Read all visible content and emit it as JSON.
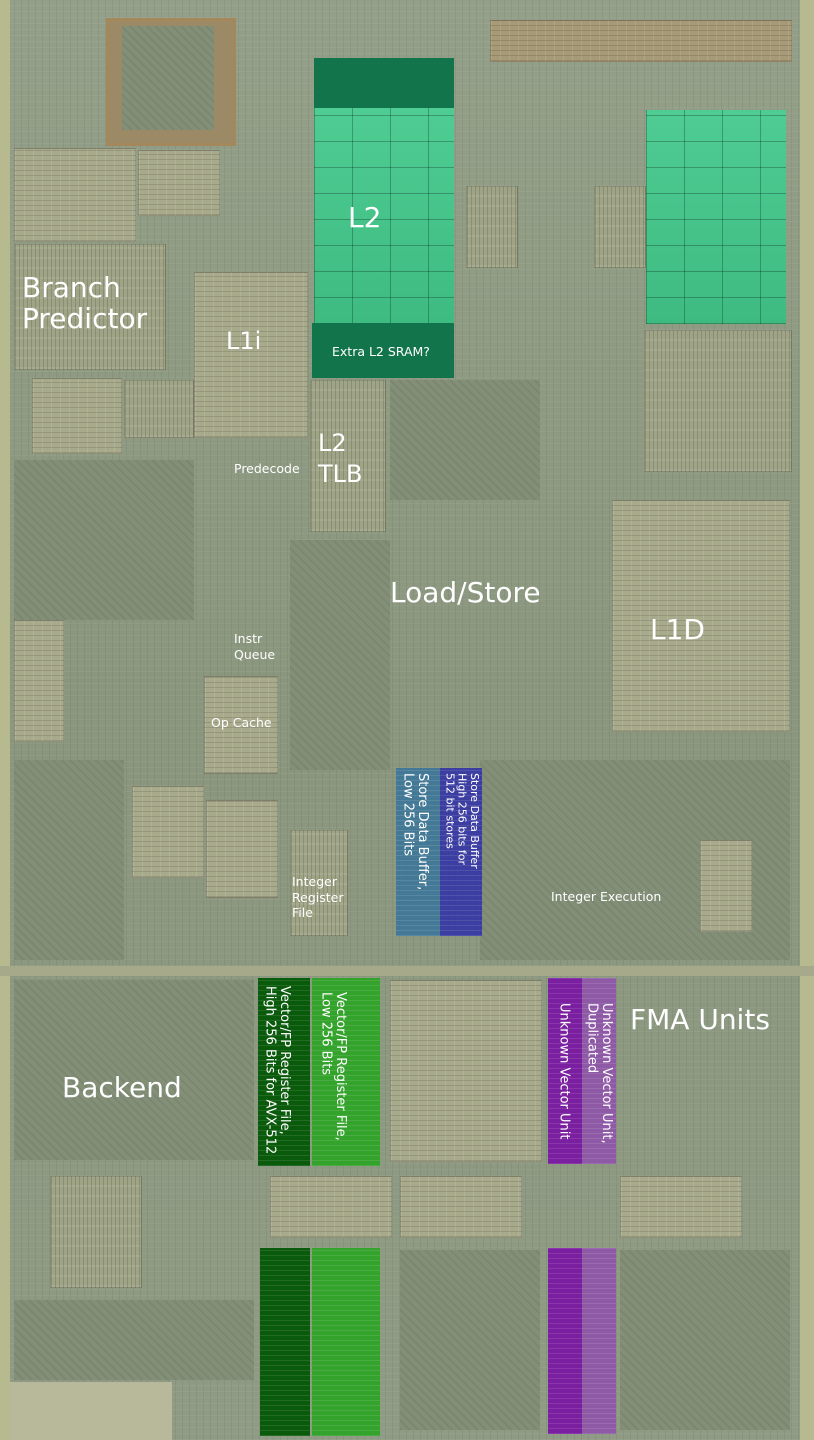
{
  "labels": {
    "l2": "L2",
    "branch_predictor": "Branch\nPredictor",
    "l1i": "L1i",
    "extra_l2": "Extra L2 SRAM?",
    "l2_tlb": "L2\nTLB",
    "predecode": "Predecode",
    "load_store": "Load/Store",
    "l1d": "L1D",
    "instr_queue": "Instr\nQueue",
    "op_cache": "Op Cache",
    "integer_register_file": "Integer\nRegister\nFile",
    "store_data_low": "Store Data Buffer,\nLow 256 Bits",
    "store_data_high": "Store Data Buffer\nHigh 256 bits for\n512 bit stores",
    "integer_execution": "Integer Execution",
    "backend": "Backend",
    "vec_rf_high": "Vector/FP Register File,\nHigh 256 Bits for AVX-512",
    "vec_rf_low": "Vector/FP Register File,\nLow 256 Bits",
    "unknown_vector": "Unknown Vector Unit",
    "unknown_vector_dup": "Unknown Vector Unit,\nDuplicated",
    "fma_units": "FMA Units"
  },
  "colors": {
    "l2_highlight": "#3dbb80",
    "l2_extra": "#12744a",
    "store_low": "#2e6ea0",
    "store_high": "#2828aa",
    "vec_high": "#0a5a0c",
    "vec_low": "#33a32c",
    "unknown_vec": "#7a1fa0",
    "unknown_vec_dup": "#8e5aa6",
    "label_text": "#ffffff"
  }
}
